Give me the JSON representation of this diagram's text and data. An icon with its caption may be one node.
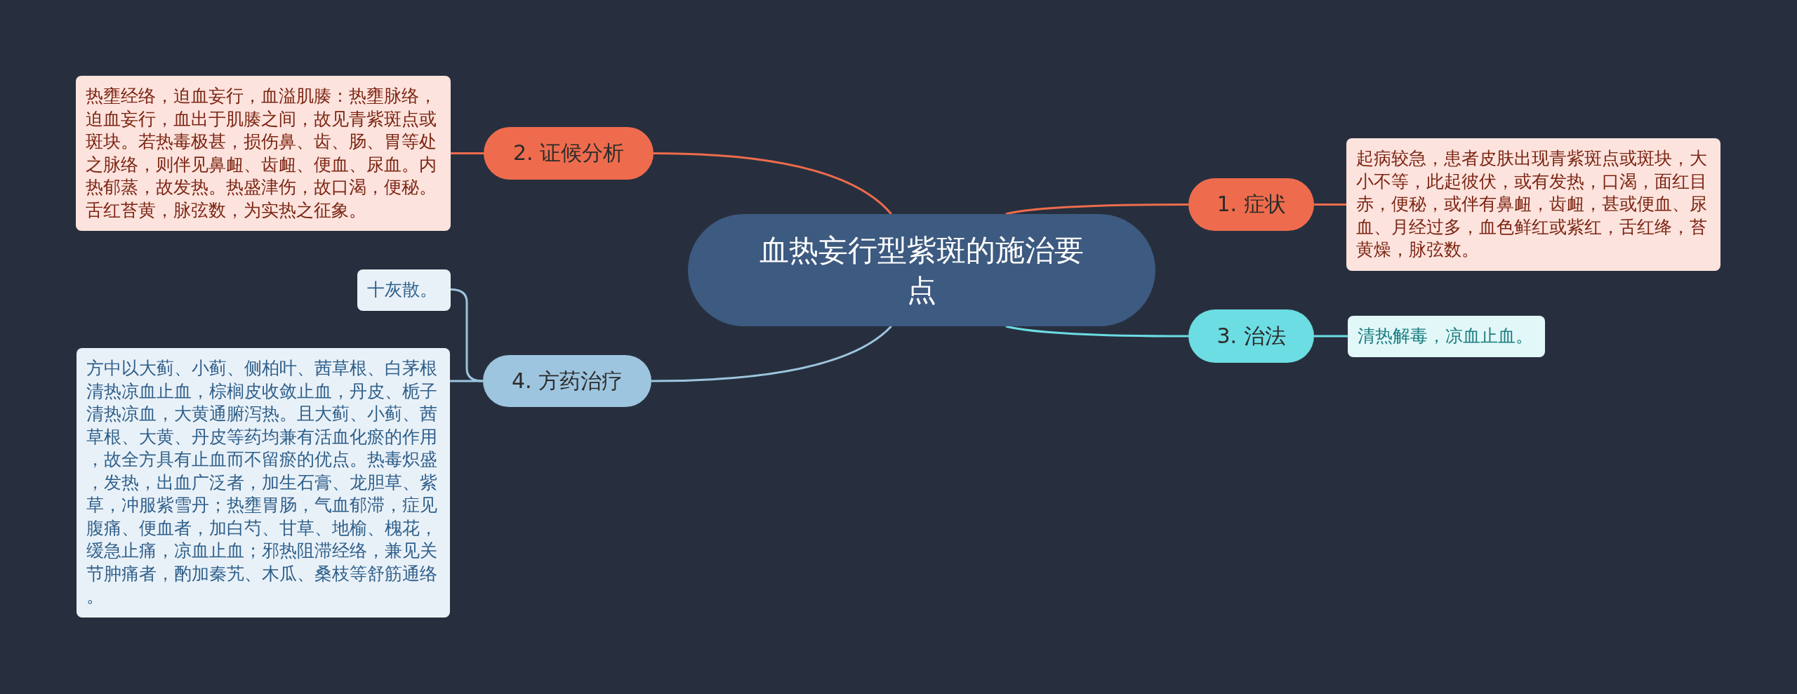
{
  "diagram": {
    "nodes": [
      {
        "text": [
          "血热妄行型紫斑的施治要点"
        ]
      },
      {
        "text": [
          "1. 症状"
        ]
      },
      {
        "text": [
          "起病较急，患者皮肤出现青紫斑点或斑块，大小不等，此起彼伏，或有发热，口渴，面红目赤，便秘，或伴有鼻衄，齿衄，甚或便血、尿血、月经过多，血色鲜红或紫红，舌红绛，苔黄燥，脉弦数。"
        ]
      },
      {
        "text": [
          "2. 证候分析"
        ]
      },
      {
        "text": [
          "热壅经络，迫血妄行，血溢肌腠：热壅脉络，迫血妄行，血出于肌腠之间，故见青紫斑点或斑块。若热毒极甚，损伤鼻、齿、肠、胃等处之脉络，则伴见鼻衄、齿衄、便血、尿血。内热郁蒸，故发热。热盛津伤，故口渴，便秘。舌红苔黄，脉弦数，为实热之征象。"
        ]
      },
      {
        "text": [
          "3. 治法"
        ]
      },
      {
        "text": [
          "清热解毒，凉血止血。"
        ]
      },
      {
        "text": [
          "4. 方药治疗"
        ]
      },
      {
        "text": [
          "十灰散。"
        ]
      },
      {
        "text": [
          "方中以大蓟、小蓟、侧柏叶、茜草根、白茅根清热凉血止血，棕榈皮收敛止血，丹皮、栀子清热凉血，大黄通腑泻热。且大蓟、小蓟、茜草根、大黄、丹皮等药均兼有活血化瘀的作用，故全方具有止血而不留瘀的优点。热毒炽盛，发热，出血广泛者，加生石膏、龙胆草、紫草，冲服紫雪丹；热壅胃肠，气血郁滞，症见腹痛、便血者，加白芍、甘草、地榆、槐花，缓急止痛，凉血止血；邪热阻滞经络，兼见关节肿痛者，酌加秦艽、木瓜、桑枝等舒筋通络。"
        ]
      }
    ],
    "edges": [
      {
        "from": 0,
        "to": 1,
        "arrow": "none"
      },
      {
        "from": 1,
        "to": 2,
        "arrow": "none"
      },
      {
        "from": 0,
        "to": 3,
        "arrow": "none"
      },
      {
        "from": 3,
        "to": 4,
        "arrow": "none"
      },
      {
        "from": 0,
        "to": 5,
        "arrow": "none",
        "color": "#6cdde3"
      },
      {
        "from": 5,
        "to": 6,
        "arrow": "none",
        "color": "#6cdde3"
      },
      {
        "from": 0,
        "to": 7,
        "arrow": "none",
        "color": "#9ec5df"
      },
      {
        "from": 7,
        "to": 8,
        "arrow": "none",
        "color": "#9ec5df"
      },
      {
        "from": 7,
        "to": 9,
        "arrow": "none",
        "color": "#9ec5df"
      }
    ]
  }
}
